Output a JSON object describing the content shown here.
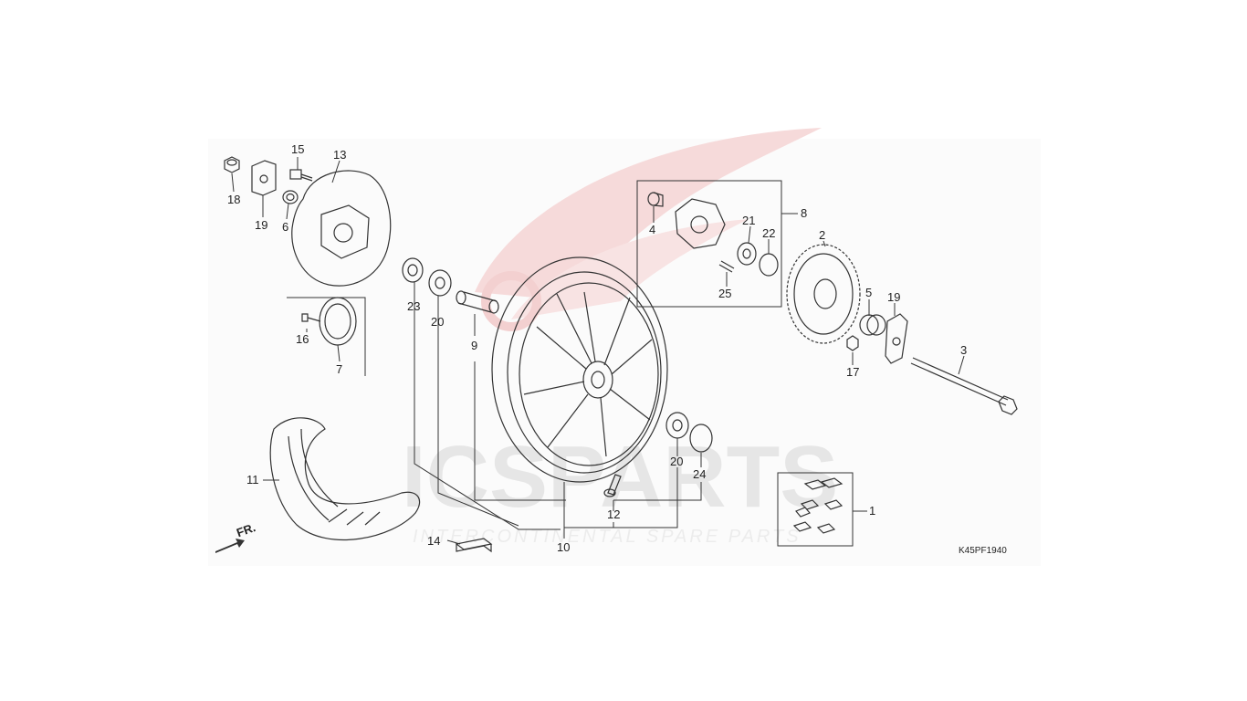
{
  "diagram": {
    "code": "K45PF1940",
    "direction_label": "FR.",
    "watermark": {
      "brand": "ICSPARTS",
      "tagline": "INTERCONTINENTAL SPARE PARTS"
    },
    "callouts": [
      "1",
      "2",
      "3",
      "4",
      "5",
      "6",
      "7",
      "8",
      "9",
      "10",
      "11",
      "12",
      "13",
      "14",
      "15",
      "16",
      "17",
      "18",
      "19",
      "19",
      "20",
      "20",
      "21",
      "22",
      "23",
      "24",
      "25"
    ]
  }
}
